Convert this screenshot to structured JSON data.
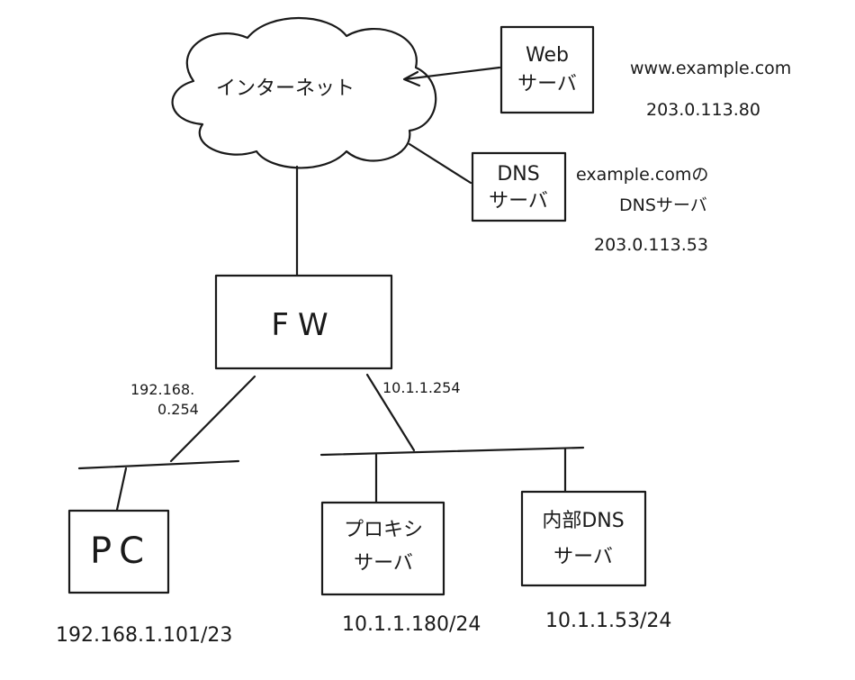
{
  "internet": {
    "label": "インターネット"
  },
  "web_server": {
    "label_line1": "Web",
    "label_line2": "サーバ",
    "hostname": "www.example.com",
    "ip": "203.0.113.80"
  },
  "dns_server": {
    "label_line1": "DNS",
    "label_line2": "サーバ",
    "desc_line1": "example.comの",
    "desc_line2": "DNSサーバ",
    "ip": "203.0.113.53"
  },
  "firewall": {
    "label": "FW",
    "left_ip_line1": "192.168.",
    "left_ip_line2": "0.254",
    "right_ip": "10.1.1.254"
  },
  "pc": {
    "label": "PC",
    "ip": "192.168.1.101/23"
  },
  "proxy_server": {
    "label_line1": "プロキシ",
    "label_line2": "サーバ",
    "ip": "10.1.1.180/24"
  },
  "internal_dns": {
    "label_line1": "内部DNS",
    "label_line2": "サーバ",
    "ip": "10.1.1.53/24"
  }
}
